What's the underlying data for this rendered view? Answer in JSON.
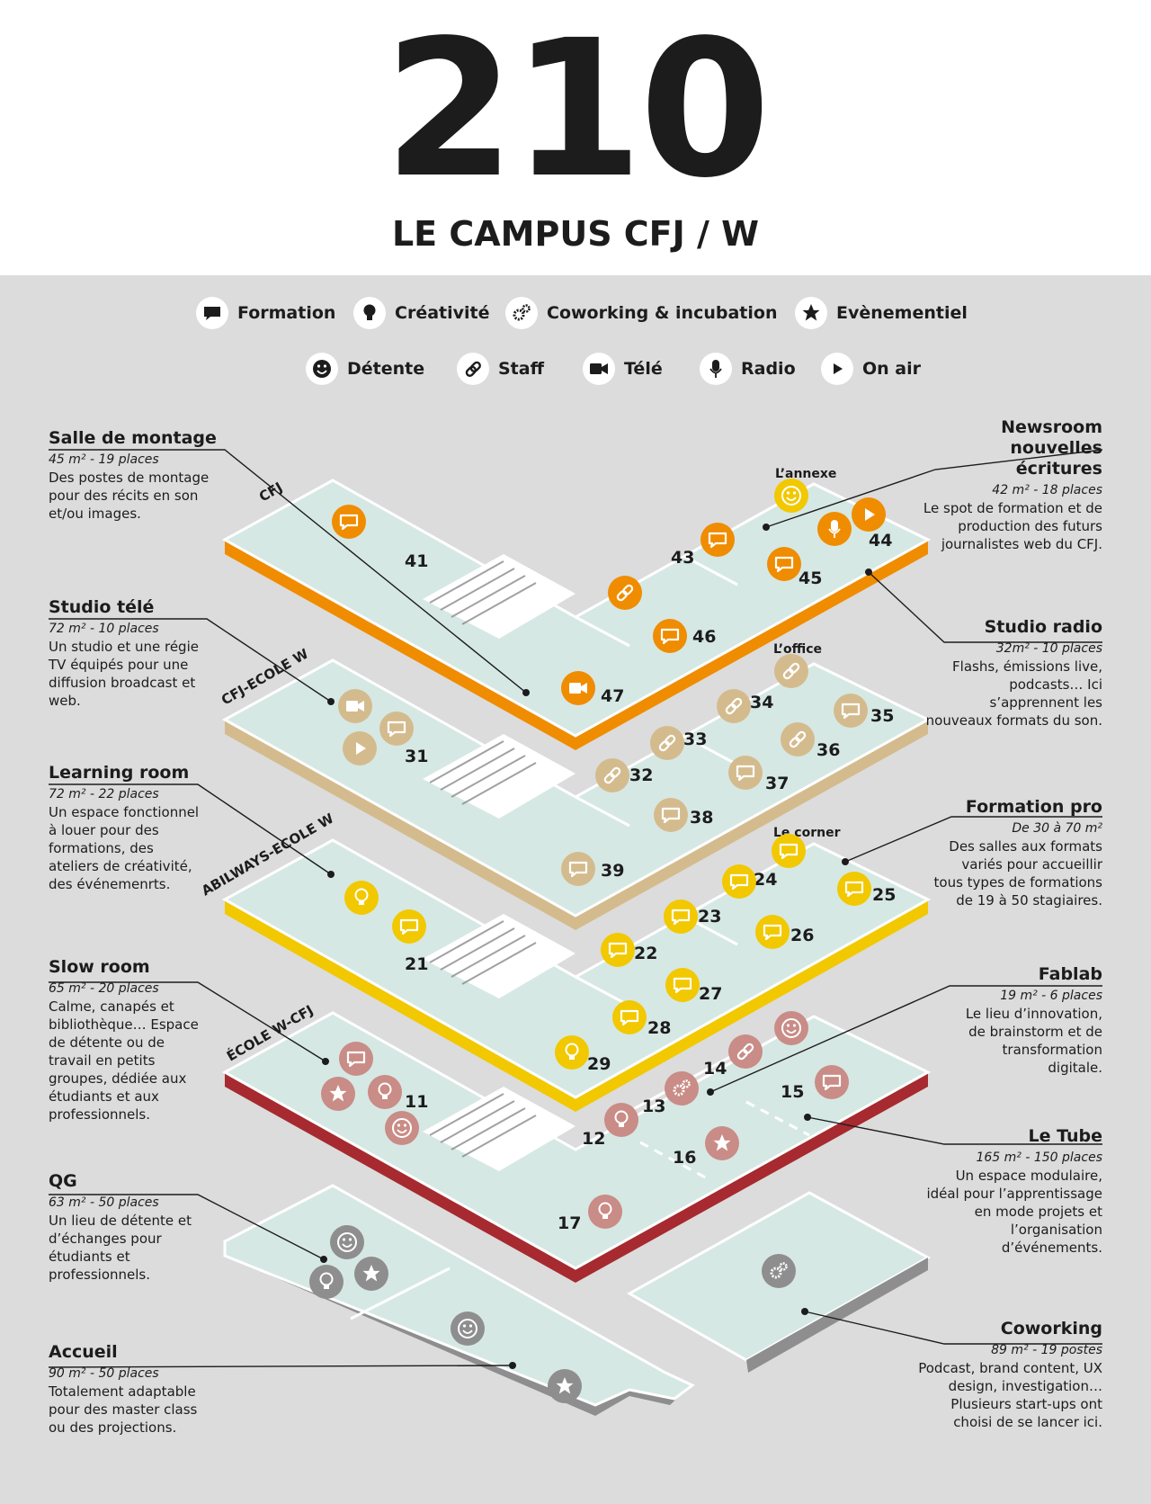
{
  "header": {
    "number": "210",
    "title": "LE CAMPUS CFJ / W"
  },
  "legend": [
    {
      "label": "Formation",
      "icon": "speech-bubble-icon"
    },
    {
      "label": "Créativité",
      "icon": "lightbulb-icon"
    },
    {
      "label": "Coworking & incubation",
      "icon": "gears-icon"
    },
    {
      "label": "Evènementiel",
      "icon": "star-icon"
    },
    {
      "label": "Détente",
      "icon": "smiley-icon"
    },
    {
      "label": "Staff",
      "icon": "link-icon"
    },
    {
      "label": "Télé",
      "icon": "video-camera-icon"
    },
    {
      "label": "Radio",
      "icon": "microphone-icon"
    },
    {
      "label": "On air",
      "icon": "play-icon"
    }
  ],
  "floor_labels": {
    "cfj": "CFJ",
    "cfj_w": "CFJ-ECOLE W",
    "abilways": "ABILWAYS-ECOLE W",
    "ecole": "ÉCOLE W-CFJ"
  },
  "area_labels": {
    "annexe": "L’annexe",
    "office": "L’office",
    "corner": "Le corner"
  },
  "colors": {
    "cfj": "#f08c00",
    "cfj_w": "#d4bb8e",
    "abilways": "#f2c800",
    "ecole": "#a62a2f",
    "ground": "#8e8e8e",
    "room": "#d6e8e4",
    "background": "#dcdcdc"
  },
  "rooms": {
    "cfj": [
      "41",
      "43",
      "44",
      "45",
      "46",
      "47"
    ],
    "cfj_w": [
      "31",
      "32",
      "33",
      "34",
      "35",
      "36",
      "37",
      "38",
      "39"
    ],
    "abilways": [
      "21",
      "22",
      "23",
      "24",
      "25",
      "26",
      "27",
      "28",
      "29"
    ],
    "ecole": [
      "11",
      "12",
      "13",
      "14",
      "15",
      "16",
      "17"
    ]
  },
  "annotations_left": [
    {
      "title": "Salle de montage",
      "sub": "45 m² - 19 places",
      "desc": "Des postes de montage pour des récits en son et/ou images."
    },
    {
      "title": "Studio télé",
      "sub": "72 m² - 10 places",
      "desc": "Un studio et une régie TV équipés pour une diffusion broadcast et web."
    },
    {
      "title": "Learning room",
      "sub": "72 m² - 22 places",
      "desc": "Un espace fonctionnel à louer pour des formations, des ateliers de créativité, des événemenrts."
    },
    {
      "title": "Slow room",
      "sub": "65 m² - 20 places",
      "desc": "Calme, canapés et bibliothèque… Espace de détente ou de travail en petits groupes, dédiée aux étudiants et aux professionnels."
    },
    {
      "title": "QG",
      "sub": "63 m² -  50 places",
      "desc": "Un lieu de détente et d’échanges pour étudiants et professionnels."
    },
    {
      "title": "Accueil",
      "sub": "90 m² - 50 places",
      "desc": "Totalement adaptable pour des master class ou des projections."
    }
  ],
  "annotations_right": [
    {
      "title": "Newsroom nouvelles écritures",
      "sub": "42 m² - 18 places",
      "desc": "Le spot de formation et de production des futurs journalistes web du CFJ."
    },
    {
      "title": "Studio radio",
      "sub": "32m² - 10 places",
      "desc": "Flashs, émissions live, podcasts… Ici s’apprennent les nouveaux formats du son."
    },
    {
      "title": "Formation pro",
      "sub": "De 30 à 70 m²",
      "desc": "Des salles aux formats variés pour accueillir tous types de formations de 19 à 50 stagiaires."
    },
    {
      "title": "Fablab",
      "sub": "19 m² - 6 places",
      "desc": "Le lieu d’innovation, de brainstorm et de transformation digitale."
    },
    {
      "title": "Le Tube",
      "sub": "165 m² - 150 places",
      "desc": "Un espace modulaire, idéal pour l’apprentissage en mode projets et l’organisation d’événements."
    },
    {
      "title": "Coworking",
      "sub": "89 m² - 19 postes",
      "desc": "Podcast, brand content, UX design, investigation… Plusieurs start-ups ont choisi de se lancer ici."
    }
  ]
}
